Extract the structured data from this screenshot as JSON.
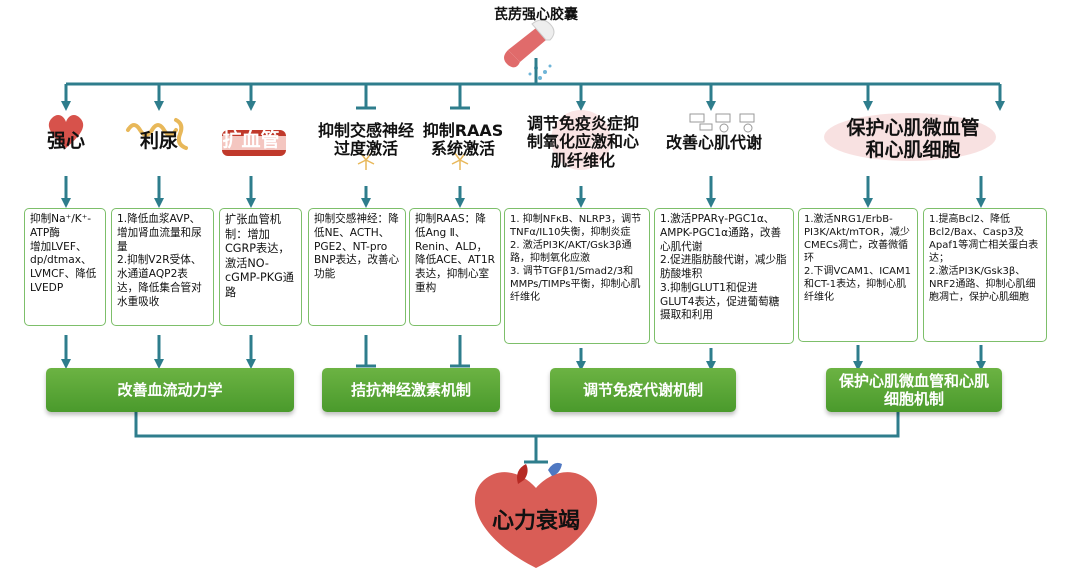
{
  "title": "芪苈强心胶囊",
  "outcome": "心力衰竭",
  "mechanisms": [
    {
      "label": "强心"
    },
    {
      "label": "利尿"
    },
    {
      "label": "扩血管"
    },
    {
      "label": "抑制交感神经过度激活"
    },
    {
      "label": "抑制RAAS系统激活"
    },
    {
      "label": "调节免疫炎症抑制氧化应激和心肌纤维化"
    },
    {
      "label": "改善心肌代谢"
    },
    {
      "label": "保护心肌微血管和心肌细胞"
    }
  ],
  "boxes": [
    {
      "lines": [
        "抑制Na⁺/K⁺-ATP酶",
        "增加LVEF、",
        "dp/dtmax、",
        "LVMCF、降低LVEDP"
      ]
    },
    {
      "lines": [
        "1.降低血浆AVP、增加肾血流量和尿量",
        "2.抑制V2R受体、水通道AQP2表达，降低集合管对水重吸收"
      ]
    },
    {
      "lines": [
        "扩张血管机制：增加CGRP表达，激活NO-cGMP-PKG通路"
      ]
    },
    {
      "lines": [
        "抑制交感神经：降低NE、ACTH、PGE2、NT-pro BNP表达，改善心功能"
      ]
    },
    {
      "lines": [
        "抑制RAAS：降低Ang Ⅱ、Renin、ALD，降低ACE、AT1R表达，抑制心室重构"
      ]
    },
    {
      "lines": [
        "1. 抑制NFκB、NLRP3，调节TNFα/IL10失衡，抑制炎症",
        "2. 激活PI3K/AKT/Gsk3β通路，抑制氧化应激",
        "3. 调节TGFβ1/Smad2/3和MMPs/TIMPs平衡，抑制心肌纤维化"
      ]
    },
    {
      "lines": [
        "1.激活PPARγ-PGC1α、AMPK-PGC1α通路，改善心肌代谢",
        "2.促进脂肪酸代谢，减少脂肪酸堆积",
        "3.抑制GLUT1和促进GLUT4表达，促进葡萄糖摄取和利用"
      ]
    },
    {
      "lines": [
        "1.激活NRG1/ErbB-PI3K/Akt/mTOR，减少CMECs凋亡，改善微循环",
        "2.下调VCAM1、ICAM1和CT-1表达，抑制心肌纤维化"
      ]
    },
    {
      "lines": [
        "1.提高Bcl2、降低Bcl2/Bax、Casp3及Apaf1等凋亡相关蛋白表达；",
        "2.激活PI3K/Gsk3β、NRF2通路、抑制心肌细胞凋亡，保护心肌细胞"
      ]
    }
  ],
  "bands": [
    {
      "label": "改善血流动力学"
    },
    {
      "label": "拮抗神经激素机制"
    },
    {
      "label": "调节免疫代谢机制"
    },
    {
      "label": "保护心肌微血管和心肌细胞机制"
    }
  ],
  "colors": {
    "connector": "#2e7d8c",
    "box_border": "#7dbf6a",
    "band": "#5aa636",
    "heart": "#d0342c"
  }
}
